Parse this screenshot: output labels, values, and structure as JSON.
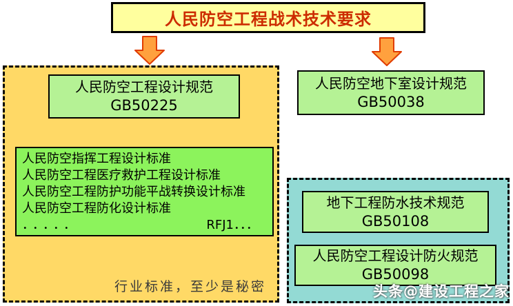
{
  "title": "人民防空工程战术技术要求",
  "left_panel": {
    "design_code_box": {
      "name": "人民防空工程设计规范",
      "code": "GB50225"
    },
    "standards_box": {
      "items": [
        "人民防空指挥工程设计标准",
        "人民防空工程医疗救护工程设计标准",
        "人民防空工程防护功能平战转换设计标准",
        "人民防空工程防化设计标准"
      ],
      "ellipsis": "．．．．．",
      "rfj_note": "RFJ1．．．"
    },
    "footnote": "行业标准，至少是秘密"
  },
  "right_column": {
    "basement_code_box": {
      "name": "人民防空地下室设计规范",
      "code": "GB50038"
    },
    "blue_panel": {
      "waterproof_box": {
        "name": "地下工程防水技术规范",
        "code": "GB50108"
      },
      "fire_box": {
        "name": "人民防空工程设计防火规范",
        "code": "GB50098"
      }
    }
  },
  "watermark": "头条@建设工程之家",
  "colors": {
    "title_bg": "#FFFF9E",
    "title_text": "#CC2B00",
    "left_panel_bg": "#FFD966",
    "blue_panel_bg": "#93DAD4",
    "code_box_bg": "#B5F295",
    "standards_box_bg": "#8CF35C",
    "arrow_fill": "#FFA13E",
    "arrow_stroke": "#E03C00"
  }
}
